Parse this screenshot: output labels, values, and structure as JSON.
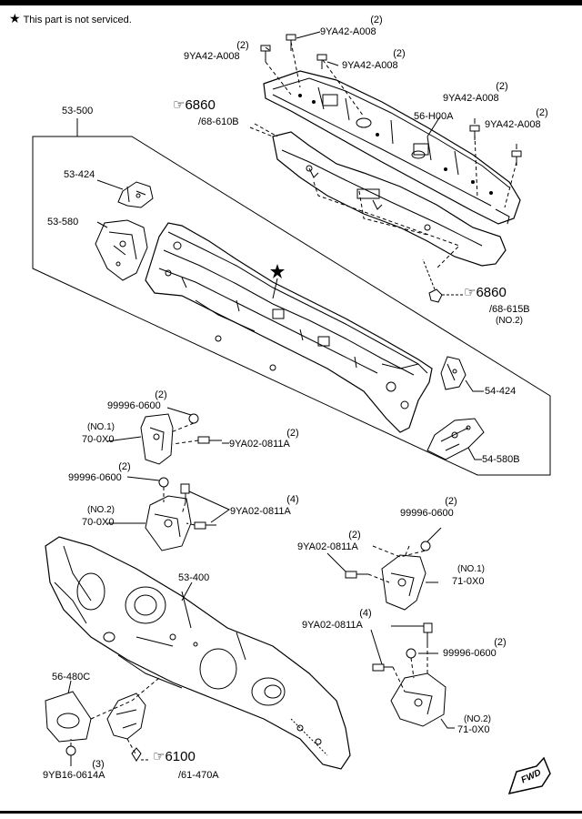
{
  "note": {
    "star": "★",
    "text": "This part is not serviced."
  },
  "labels": {
    "qty_a1": "(2)",
    "pn_a1": "9YA42-A008",
    "qty_a2": "(2)",
    "pn_a2": "9YA42-A008",
    "qty_a3": "(2)",
    "pn_a3": "9YA42-A008",
    "qty_a4": "(2)",
    "pn_a4": "9YA42-A008",
    "qty_a5": "(2)",
    "pn_a5": "9YA42-A008",
    "ref_6860_top": "6860",
    "ref_6860_top_sub": "/68-610B",
    "pn_56h00a": "56-H00A",
    "pn_53500": "53-500",
    "pn_53424": "53-424",
    "pn_53580": "53-580",
    "ref_6860_right": "6860",
    "ref_6860_right_sub": "/68-615B",
    "ref_6860_right_no": "(NO.2)",
    "pn_54424": "54-424",
    "qty_b1": "(2)",
    "pn_b1": "99996-0600",
    "no1_left": "(NO.1)",
    "pn_700x0_a": "70-0X0",
    "qty_b2": "(2)",
    "pn_b2": "9YA02-0811A",
    "qty_b3": "(2)",
    "pn_b3": "99996-0600",
    "pn_54580b": "54-580B",
    "no2_left": "(NO.2)",
    "pn_700x0_b": "70-0X0",
    "qty_b4": "(4)",
    "pn_b4": "9YA02-0811A",
    "qty_c1": "(2)",
    "pn_c1": "99996-0600",
    "qty_c2": "(2)",
    "pn_c2": "9YA02-0811A",
    "no1_right": "(NO.1)",
    "pn_710x0_a": "71-0X0",
    "pn_53400": "53-400",
    "qty_c3": "(4)",
    "pn_c3": "9YA02-0811A",
    "qty_c4": "(2)",
    "pn_c4": "99996-0600",
    "pn_56480c": "56-480C",
    "no2_right": "(NO.2)",
    "pn_710x0_b": "71-0X0",
    "qty_d1": "(3)",
    "pn_d1": "9YB16-0614A",
    "ref_6100": "6100",
    "ref_6100_sub": "/61-470A",
    "fwd": "FWD"
  }
}
